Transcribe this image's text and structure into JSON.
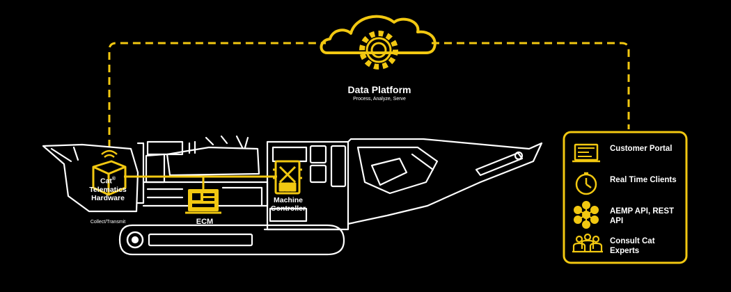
{
  "platform": {
    "title": "Data Platform",
    "subtitle": "Process, Analyze, Serve"
  },
  "hardware": {
    "title_lines": [
      "Cat",
      "Telematics",
      "Hardware"
    ],
    "superscript": "®",
    "subtitle": "Collect/Transmit"
  },
  "machine_controller": {
    "title_lines": [
      "Machine",
      "Controller"
    ]
  },
  "ecm": {
    "title": "ECM"
  },
  "services": [
    {
      "icon": "laptop-icon",
      "label": "Customer Portal"
    },
    {
      "icon": "stopwatch-icon",
      "label": "Real Time Clients"
    },
    {
      "icon": "network-icon",
      "label": "AEMP API, REST API"
    },
    {
      "icon": "experts-icon",
      "label": "Consult Cat Experts"
    }
  ],
  "colors": {
    "accent": "#F2C811",
    "line": "#FFFFFF",
    "background": "#000000"
  }
}
